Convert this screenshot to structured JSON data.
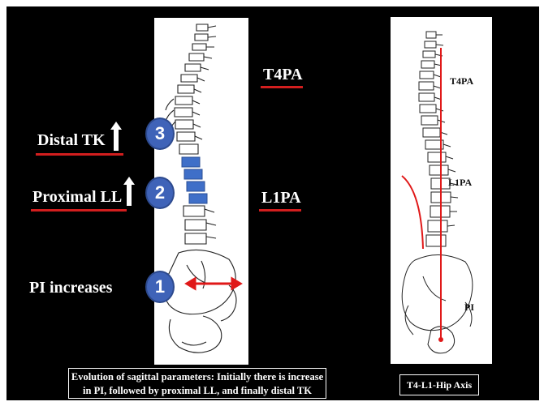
{
  "left_figure": {
    "labels": {
      "t4pa": "T4PA",
      "l1pa": "L1PA",
      "distal_tk": "Distal TK",
      "proximal_ll": "Proximal LL",
      "pi_increases": "PI increases"
    },
    "badges": [
      "3",
      "2",
      "1"
    ],
    "caption_line1": "Evolution of sagittal parameters: Initially there is increase",
    "caption_line2": "in PI, followed by proximal LL, and finally distal TK"
  },
  "right_figure": {
    "labels": {
      "t4pa": "T4PA",
      "l1pa": "L1PA",
      "pi": "PI"
    },
    "caption": "T4-L1-Hip Axis"
  },
  "colors": {
    "background": "#000000",
    "underline_red": "#d21e1e",
    "badge_blue": "#3f63b8",
    "vertebra_highlight": "#3f6fc8",
    "axis_red": "#e01818"
  }
}
